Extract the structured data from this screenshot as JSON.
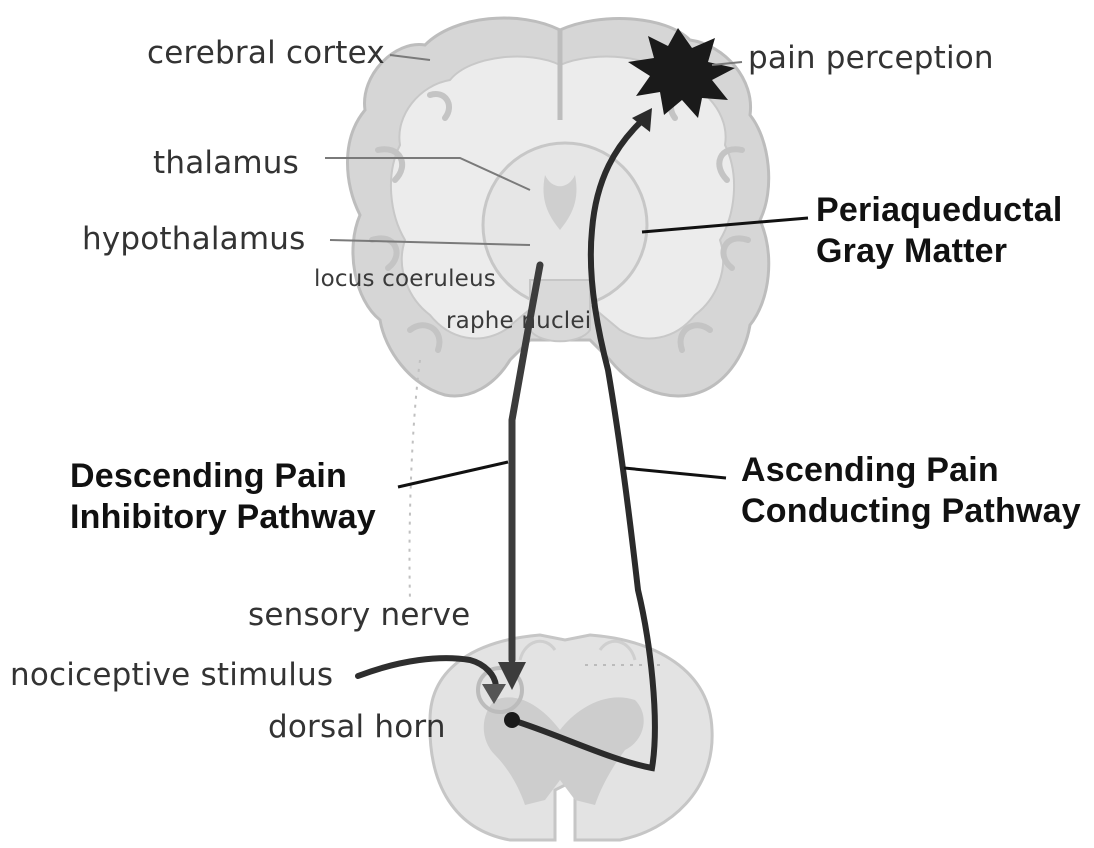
{
  "labels": {
    "cerebral_cortex": "cerebral cortex",
    "thalamus": "thalamus",
    "hypothalamus": "hypothalamus",
    "locus_coeruleus": "locus coeruleus",
    "raphe_nuclei": "raphe nuclei",
    "pain_perception": "pain perception",
    "sensory_nerve": "sensory nerve",
    "nociceptive_stimulus": "nociceptive stimulus",
    "dorsal_horn": "dorsal horn"
  },
  "pathways": {
    "periaqueductal_line1": "Periaqueductal",
    "periaqueductal_line2": "Gray Matter",
    "descending_line1": "Descending Pain",
    "descending_line2": "Inhibitory Pathway",
    "ascending_line1": "Ascending Pain",
    "ascending_line2": "Conducting Pathway"
  },
  "colors": {
    "brain_fill": "#d6d6d6",
    "brain_outline": "#bdbdbd",
    "thalamus_region": "#e6e6e6",
    "pathway": "#2b2b2b",
    "text": "#333333"
  }
}
